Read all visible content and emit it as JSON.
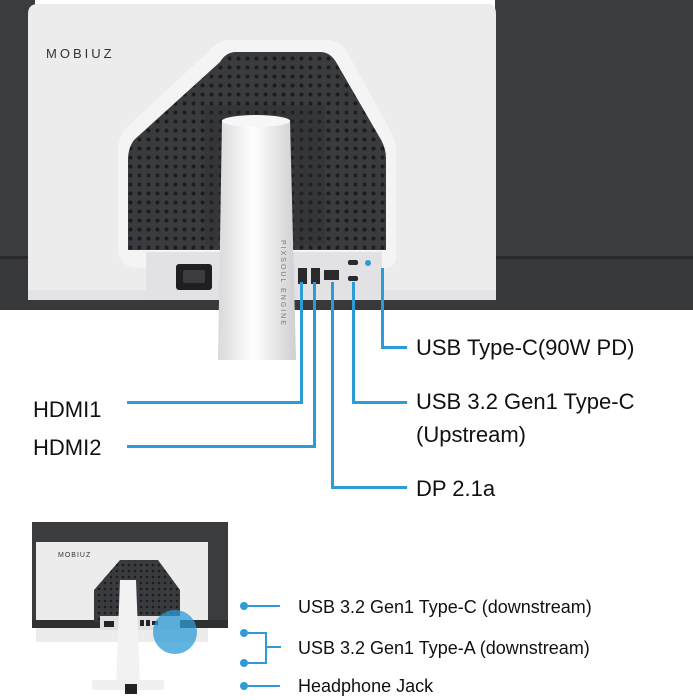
{
  "brand": "MOBIUZ",
  "stand_text": "PIXSOUL ENGINE",
  "top_labels": {
    "usb_c_90w": "USB Type-C(90W PD)",
    "usb_c_upstream_1": "USB 3.2 Gen1 Type-C",
    "usb_c_upstream_2": "(Upstream)",
    "hdmi1": "HDMI1",
    "hdmi2": "HDMI2",
    "dp": "DP 2.1a"
  },
  "bottom_labels": {
    "usb_c_down": "USB 3.2 Gen1 Type-C (downstream)",
    "usb_a_down": "USB 3.2 Gen1 Type-A (downstream)",
    "headphone": "Headphone Jack"
  },
  "colors": {
    "accent": "#2d9bd6",
    "panel_white": "#ececed",
    "panel_dark": "#3a3b3d",
    "mesh": "#2c2d2f"
  }
}
